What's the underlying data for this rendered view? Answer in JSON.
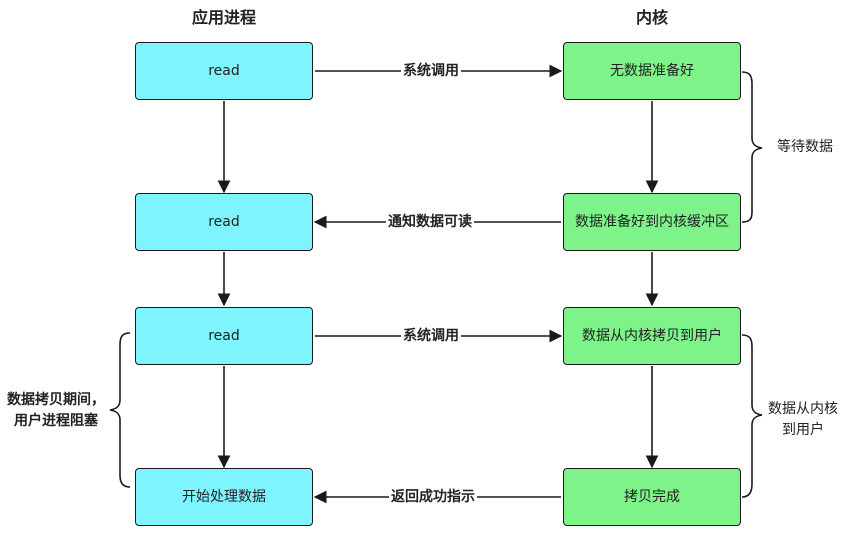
{
  "columns": {
    "app": "应用进程",
    "kernel": "内核"
  },
  "app_boxes": [
    "read",
    "read",
    "read",
    "开始处理数据"
  ],
  "kernel_boxes": [
    "无数据准备好",
    "数据准备好到内核缓冲区",
    "数据从内核拷贝到用户",
    "拷贝完成"
  ],
  "edges": {
    "syscall_1": "系统调用",
    "notify_readable": "通知数据可读",
    "syscall_2": "系统调用",
    "return_success": "返回成功指示"
  },
  "notes": {
    "wait_data": "等待数据",
    "kernel_copy": "数据从内核到用户",
    "app_blocked": "数据拷贝期间，用户进程阻塞"
  },
  "colors": {
    "app_box": "#7df4ff",
    "kernel_box": "#7df389",
    "stroke": "#1a1a1a"
  }
}
